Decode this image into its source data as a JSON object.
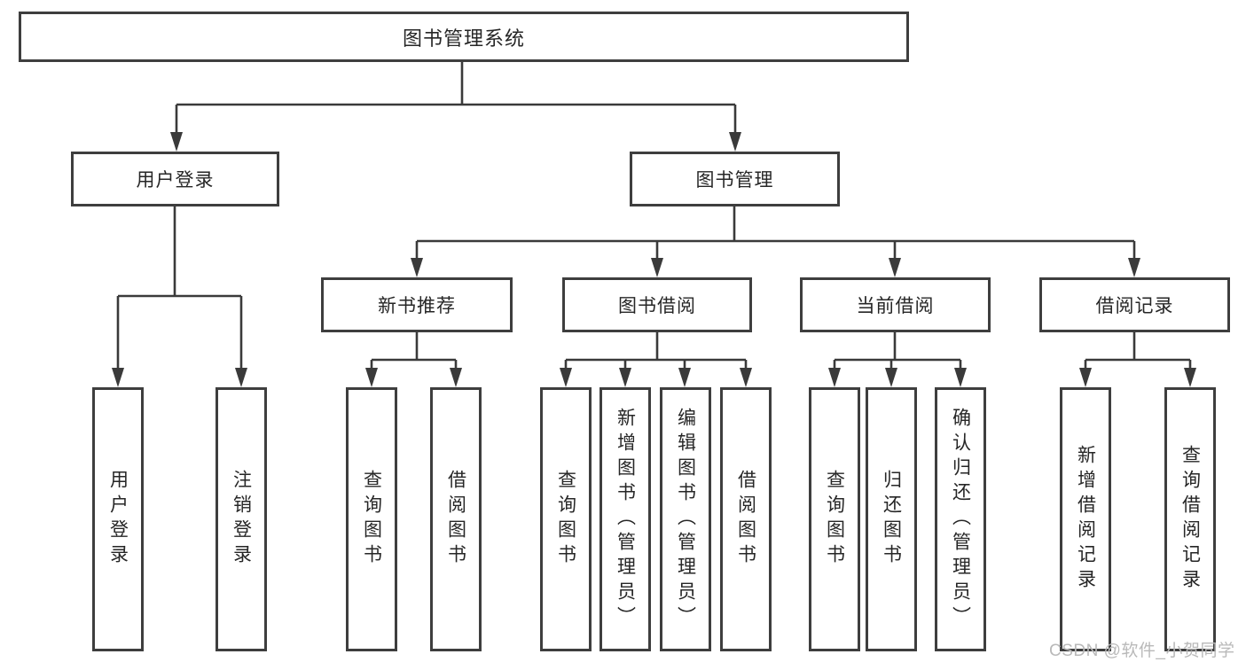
{
  "tree": {
    "label": "图书管理系统",
    "children": [
      {
        "label": "用户登录",
        "children": [
          {
            "label": "用户登录"
          },
          {
            "label": "注销登录"
          }
        ]
      },
      {
        "label": "图书管理",
        "children": [
          {
            "label": "新书推荐",
            "children": [
              {
                "label": "查询图书"
              },
              {
                "label": "借阅图书"
              }
            ]
          },
          {
            "label": "图书借阅",
            "children": [
              {
                "label": "查询图书"
              },
              {
                "label": "新增图书（管理员）"
              },
              {
                "label": "编辑图书（管理员）"
              },
              {
                "label": "借阅图书"
              }
            ]
          },
          {
            "label": "当前借阅",
            "children": [
              {
                "label": "查询图书"
              },
              {
                "label": "归还图书"
              },
              {
                "label": "确认归还（管理员）"
              }
            ]
          },
          {
            "label": "借阅记录",
            "children": [
              {
                "label": "新增借阅记录"
              },
              {
                "label": "查询借阅记录"
              }
            ]
          }
        ]
      }
    ]
  },
  "watermark": "CSDN @软件_小贺同学",
  "colors": {
    "line_color": "#3a3a3a",
    "box_border_color": "#3e3e3e",
    "text_color": "#262626",
    "bg_color": "#ffffff",
    "watermark_color": "#b9b9b9"
  }
}
